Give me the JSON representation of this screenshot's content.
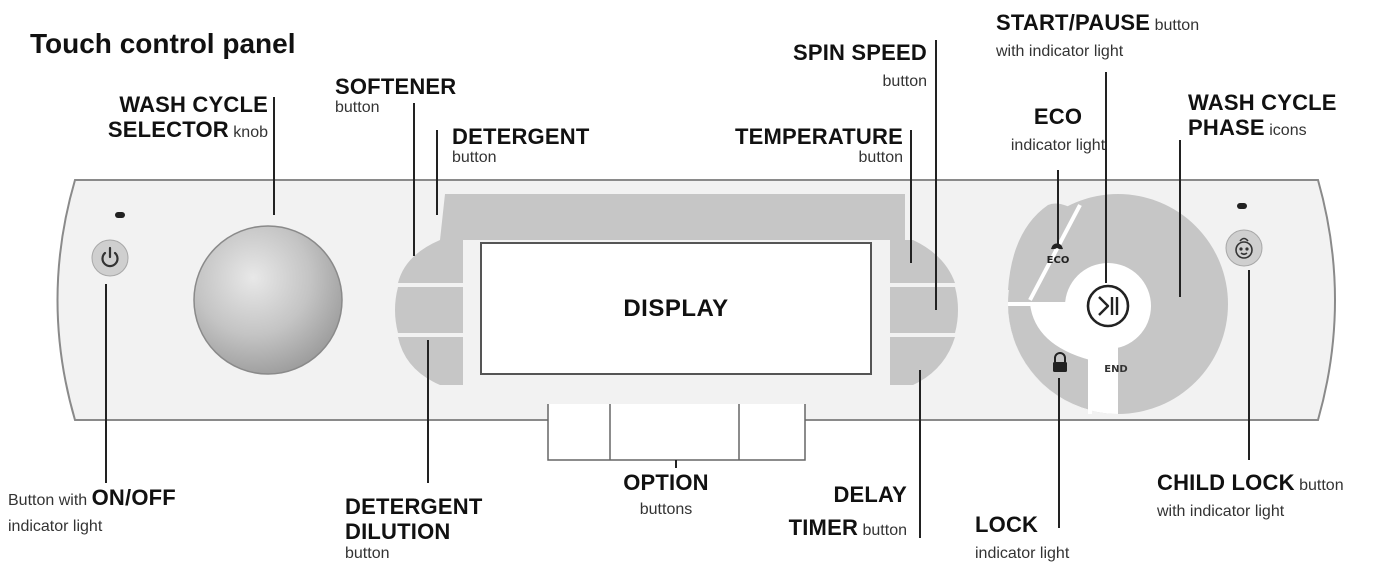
{
  "title": "Touch control panel",
  "display": "DISPLAY",
  "labels": {
    "wash_cycle_selector": {
      "l1": "WASH CYCLE",
      "l2": "SELECTOR",
      "l2s": " knob"
    },
    "softener": {
      "b": "SOFTENER",
      "s": "button"
    },
    "detergent": {
      "b": "DETERGENT",
      "s": "button"
    },
    "temperature": {
      "b": "TEMPERATURE",
      "s": "button"
    },
    "spin_speed": {
      "b": "SPIN SPEED",
      "s": "button"
    },
    "start_pause": {
      "b": "START/PAUSE",
      "bs": " button",
      "s": "with indicator light"
    },
    "eco": {
      "b": "ECO",
      "s": "indicator light"
    },
    "wash_cycle_phase": {
      "l1": "WASH CYCLE",
      "l2": "PHASE",
      "l2s": " icons"
    },
    "on_off": {
      "pre": "Button with ",
      "b": "ON/OFF",
      "s": "indicator light"
    },
    "detergent_dilution": {
      "l1": "DETERGENT",
      "l2": "DILUTION",
      "s": "button"
    },
    "option": {
      "b": "OPTION",
      "s": "buttons"
    },
    "delay_timer": {
      "l1": "DELAY",
      "l2": "TIMER",
      "l2s": " button"
    },
    "lock": {
      "b": "LOCK",
      "s": "indicator light"
    },
    "child_lock": {
      "b": "CHILD LOCK",
      "bs": " button",
      "s": "with indicator light"
    }
  },
  "icons": {
    "eco_text": "ECO",
    "end_text": "END"
  },
  "colors": {
    "panel": "#f2f2f2",
    "segment": "#c6c6c6",
    "outline": "#7a7a7a"
  }
}
